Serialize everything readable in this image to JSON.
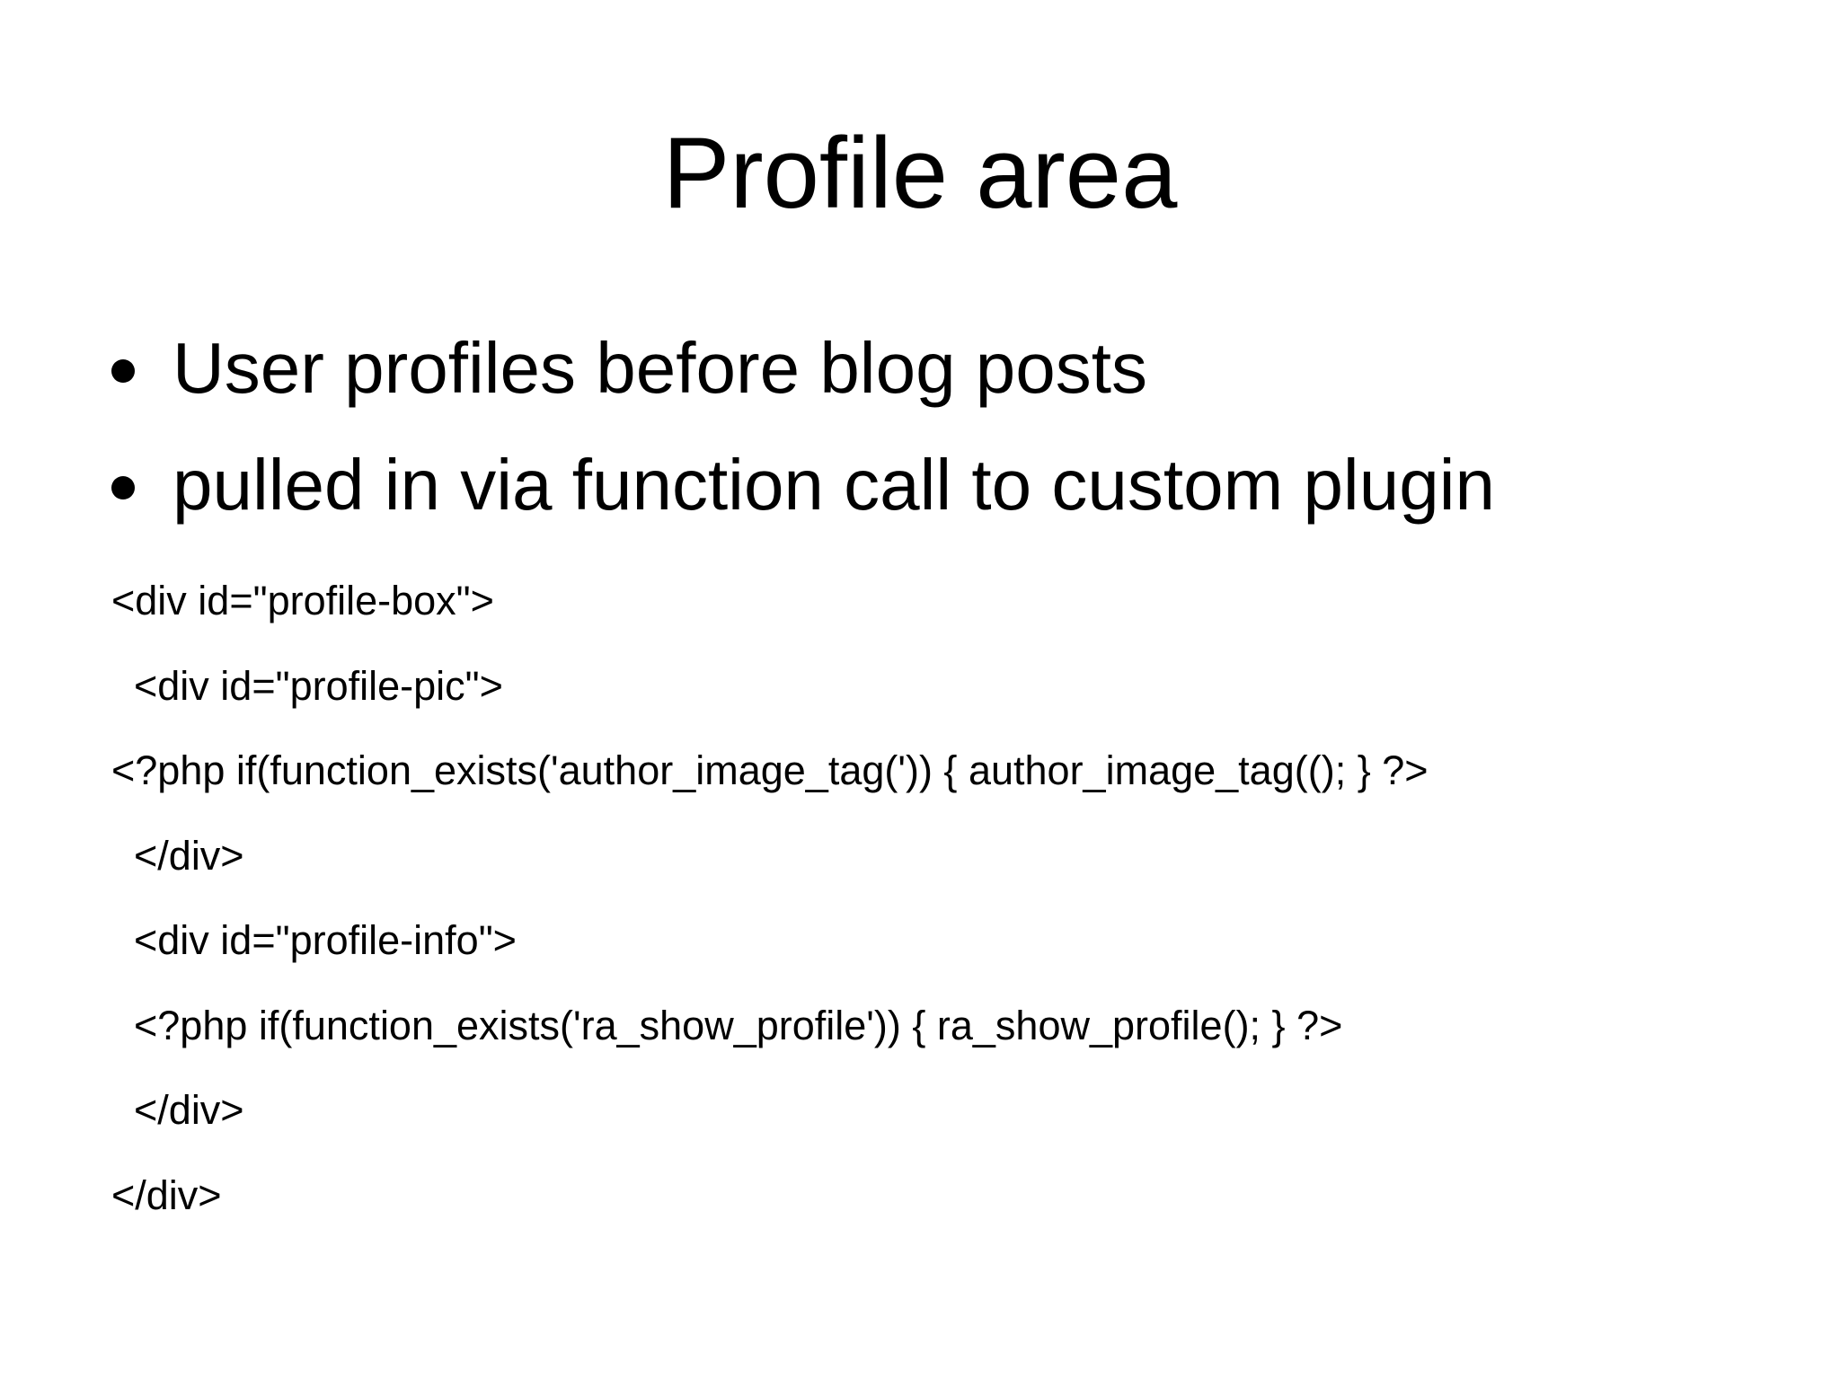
{
  "slide": {
    "title": "Profile area",
    "bullets": [
      "User profiles before blog posts",
      "pulled in via function call to custom plugin"
    ],
    "code_lines": [
      "<div id=\"profile-box\">",
      "  <div id=\"profile-pic\">",
      "<?php if(function_exists('author_image_tag(')) { author_image_tag((); } ?>",
      "  </div>",
      "  <div id=\"profile-info\">",
      "  <?php if(function_exists('ra_show_profile')) { ra_show_profile(); } ?>",
      "  </div>",
      "</div>"
    ]
  },
  "colors": {
    "background": "#ffffff",
    "text": "#000000"
  }
}
